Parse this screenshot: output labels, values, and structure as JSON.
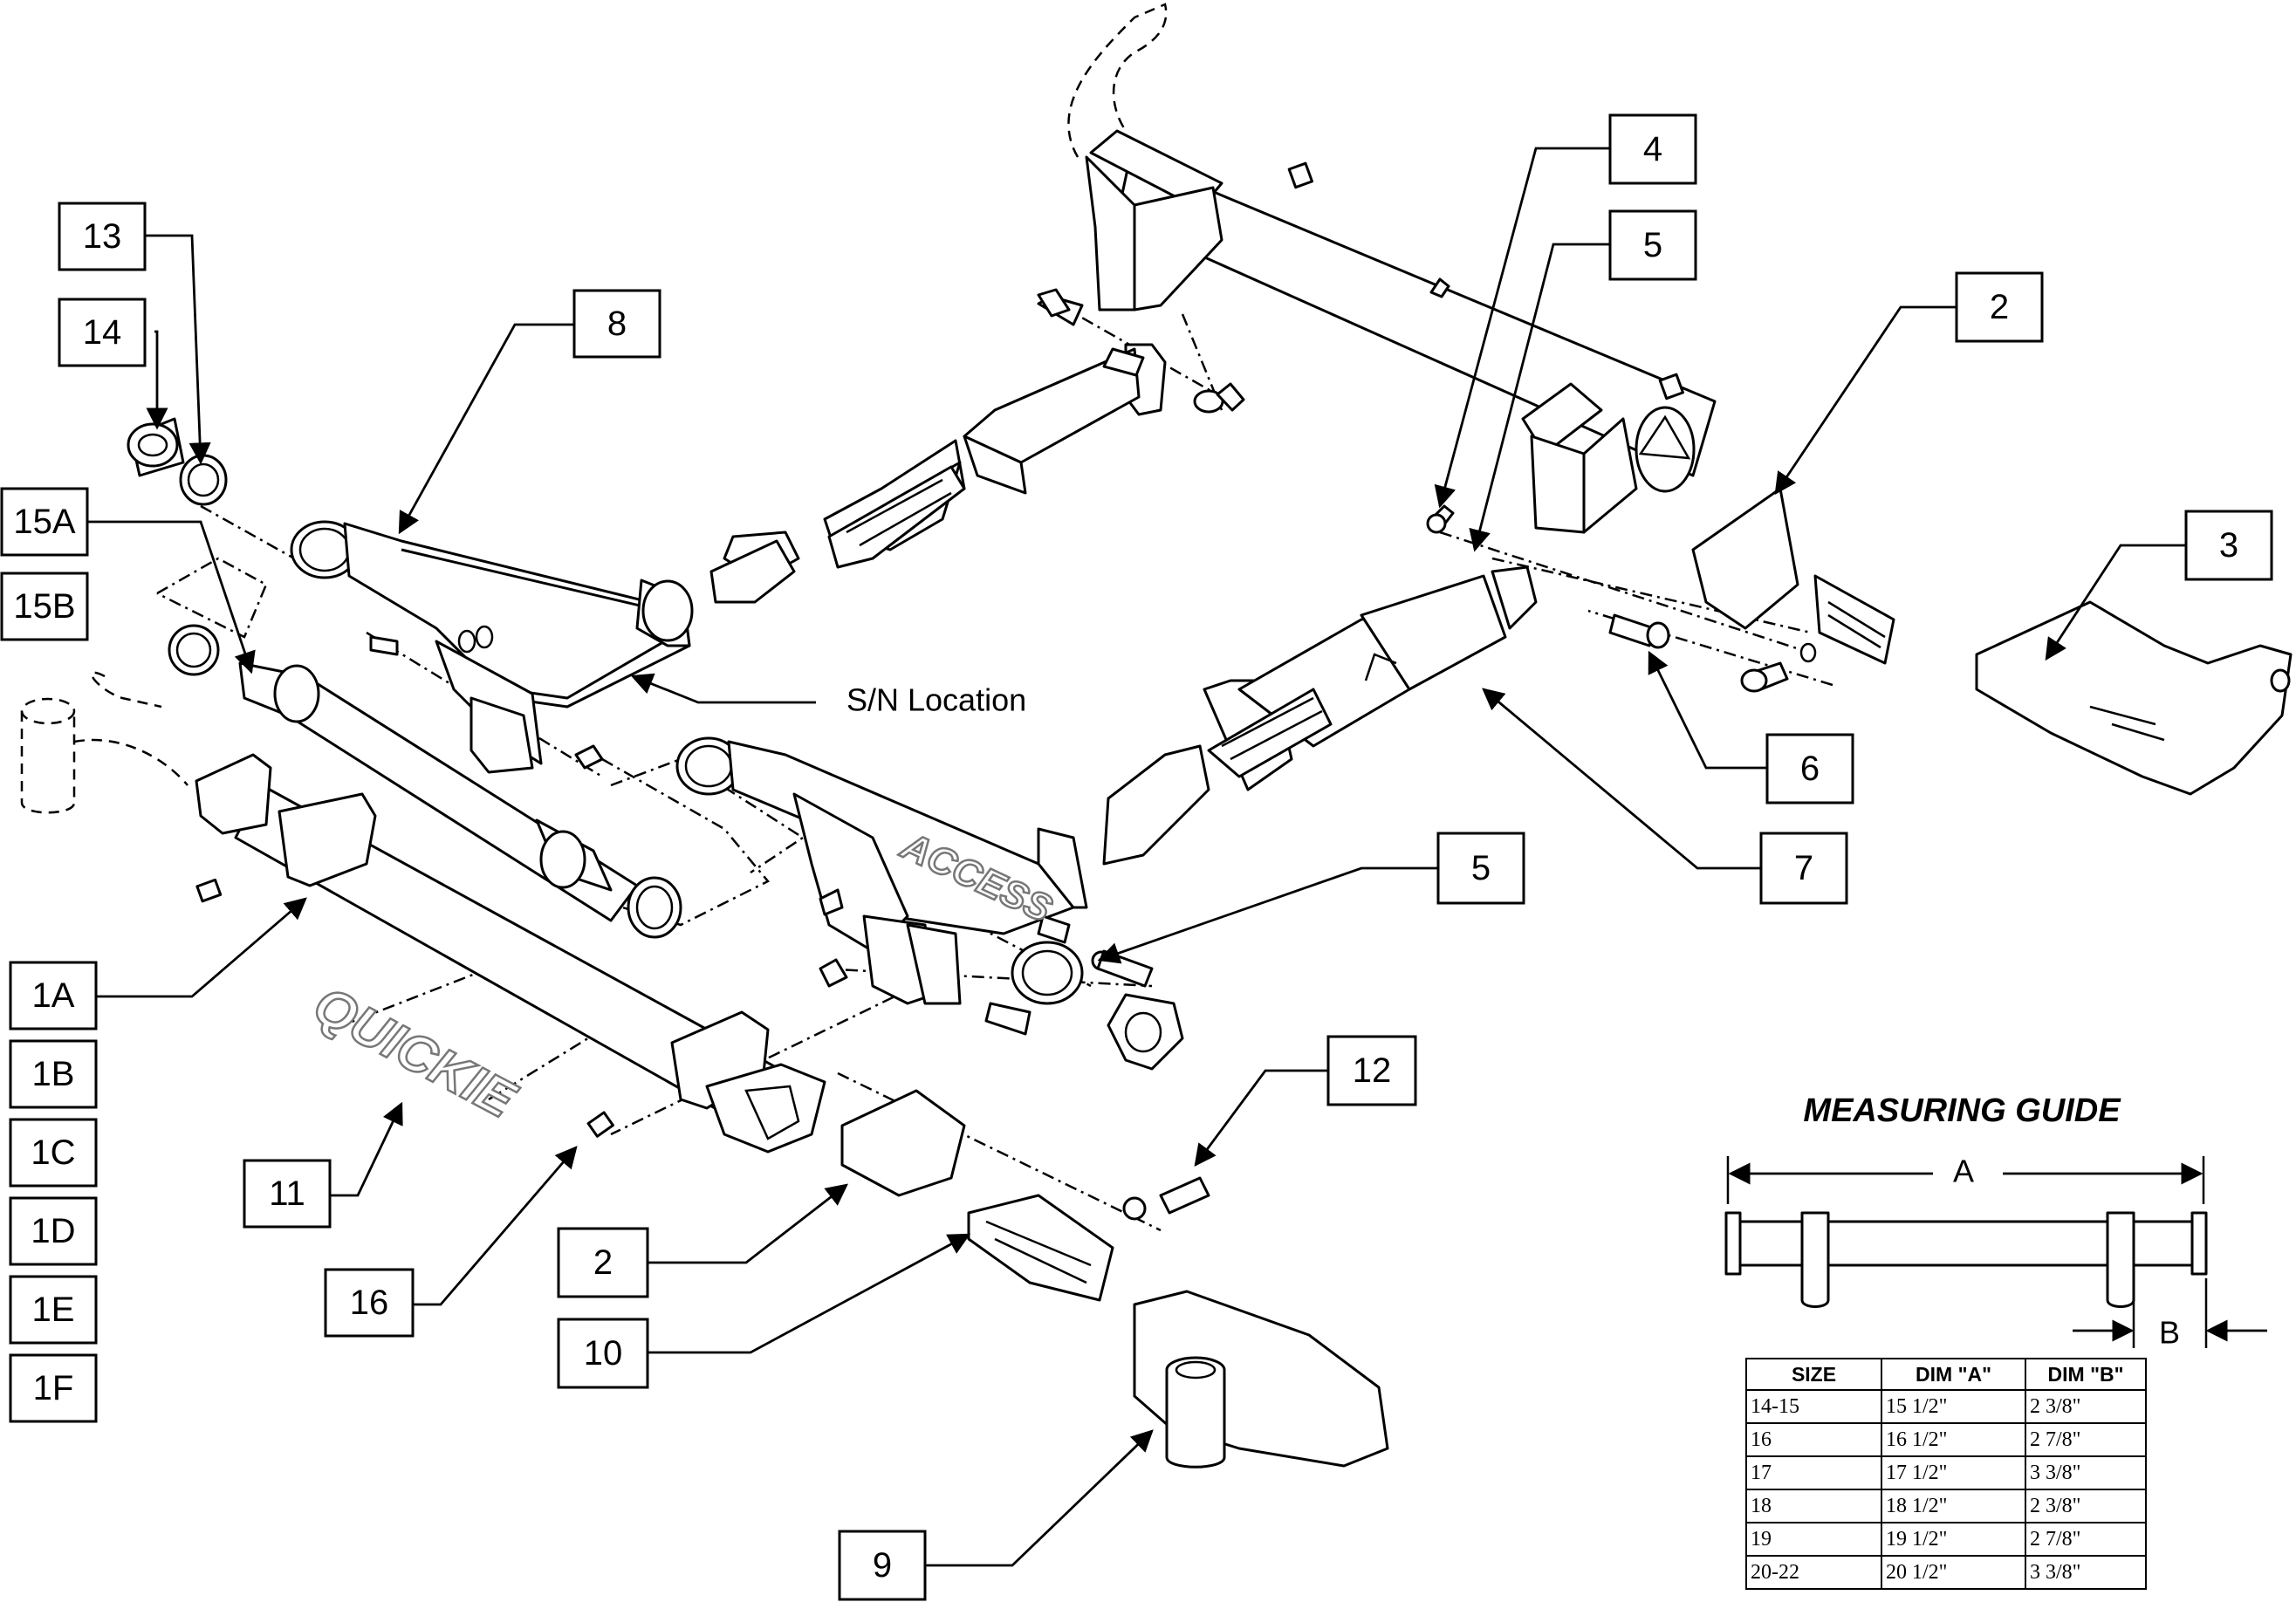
{
  "callouts": {
    "c1A": "1A",
    "c1B": "1B",
    "c1C": "1C",
    "c1D": "1D",
    "c1E": "1E",
    "c1F": "1F",
    "c2a": "2",
    "c2b": "2",
    "c3": "3",
    "c4": "4",
    "c5a": "5",
    "c5b": "5",
    "c6": "6",
    "c7": "7",
    "c8": "8",
    "c9": "9",
    "c10": "10",
    "c11": "11",
    "c12": "12",
    "c13": "13",
    "c14": "14",
    "c15A": "15A",
    "c15B": "15B",
    "c16": "16"
  },
  "annotations": {
    "sn_location": "S/N Location",
    "access_logo": "ACCESS",
    "quickie_logo": "QUICKIE"
  },
  "measuring_guide": {
    "title": "MEASURING GUIDE",
    "dim_a": "A",
    "dim_b": "B",
    "table": {
      "headers": [
        "SIZE",
        "DIM \"A\"",
        "DIM \"B\""
      ],
      "rows": [
        [
          "14-15",
          "15 1/2\"",
          "2 3/8\""
        ],
        [
          "16",
          "16 1/2\"",
          "2 7/8\""
        ],
        [
          "17",
          "17 1/2\"",
          "3 3/8\""
        ],
        [
          "18",
          "18 1/2\"",
          "2 3/8\""
        ],
        [
          "19",
          "19 1/2\"",
          "2 7/8\""
        ],
        [
          "20-22",
          "20 1/2\"",
          "3 3/8\""
        ]
      ]
    }
  }
}
